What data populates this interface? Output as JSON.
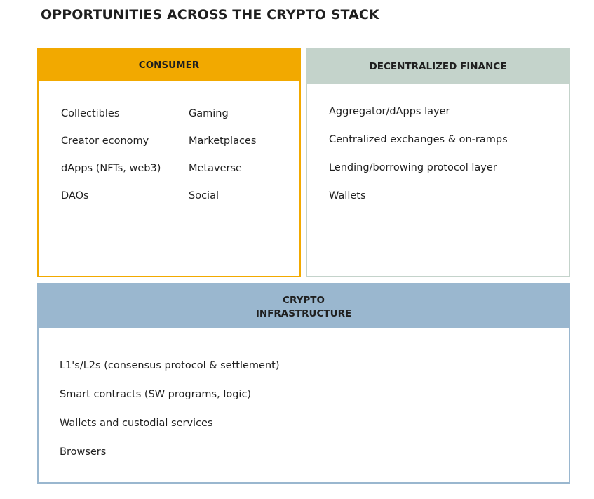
{
  "title": "OPPORTUNITIES ACROSS THE CRYPTO STACK",
  "consumer": {
    "header": "CONSUMER",
    "items": [
      "Collectibles",
      "Gaming",
      "Creator economy",
      "Marketplaces",
      "dApps (NFTs, web3)",
      "Metaverse",
      "DAOs",
      "Social"
    ],
    "color": "#f2a900"
  },
  "defi": {
    "header": "DECENTRALIZED FINANCE",
    "items": [
      "Aggregator/dApps layer",
      "Centralized exchanges & on-ramps",
      "Lending/borrowing protocol layer",
      "Wallets"
    ],
    "color": "#c4d3cb"
  },
  "infrastructure": {
    "header_line1": "CRYPTO",
    "header_line2": "INFRASTRUCTURE",
    "items": [
      "L1's/L2s (consensus protocol & settlement)",
      "Smart contracts (SW programs, logic)",
      "Wallets and custodial services",
      "Browsers"
    ],
    "color": "#9ab7cf"
  }
}
